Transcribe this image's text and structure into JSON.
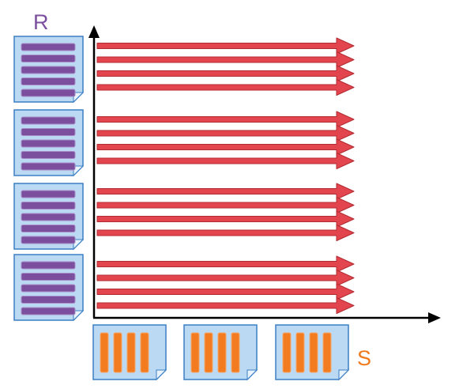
{
  "labels": {
    "r": "R",
    "s": "S"
  },
  "colors": {
    "arrow_fill": "#e2454d",
    "arrow_stroke": "#b32b32",
    "page_fill": "#bcd9f4",
    "page_stroke": "#3b7fc4",
    "page_fold": "#e8f3fc",
    "r_bar": "#7b4f9e",
    "r_bar_edge": "#a98cc6",
    "s_bar": "#f47c20",
    "s_bar_edge": "#f5a86a",
    "axis": "#000000",
    "label_r": "#7b4f9e",
    "label_s": "#f07a1c"
  },
  "icons": {
    "r_page": "document-with-horizontal-bars-icon",
    "s_page": "document-with-vertical-bars-icon"
  },
  "structure": {
    "r_pages": 4,
    "r_records_per_page": 5,
    "s_pages": 3,
    "s_records_per_page": 4,
    "arrows_per_group": 4
  }
}
